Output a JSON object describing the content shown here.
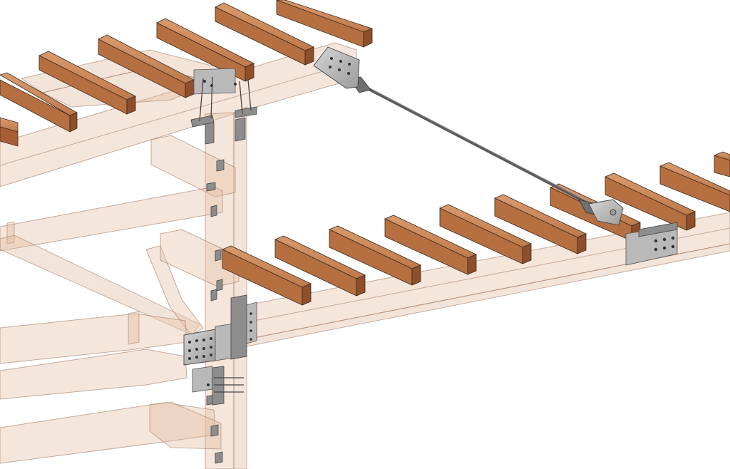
{
  "figure": {
    "kind": "3D isometric timber-frame connection detail",
    "colors": {
      "timber_solid_top": "#cf8f62",
      "timber_solid_side": "#b06a3d",
      "timber_solid_end": "#8e4f2a",
      "timber_ghost": "#e8c4aa",
      "steel": "#b9b9b9",
      "steel_dark": "#8d8d8d",
      "rod": "#5a5a5a",
      "outline": "#3a2a20"
    },
    "icons": [
      "tension-rod",
      "steel-plate",
      "bolt",
      "timber-joist",
      "timber-beam",
      "timber-post"
    ]
  }
}
